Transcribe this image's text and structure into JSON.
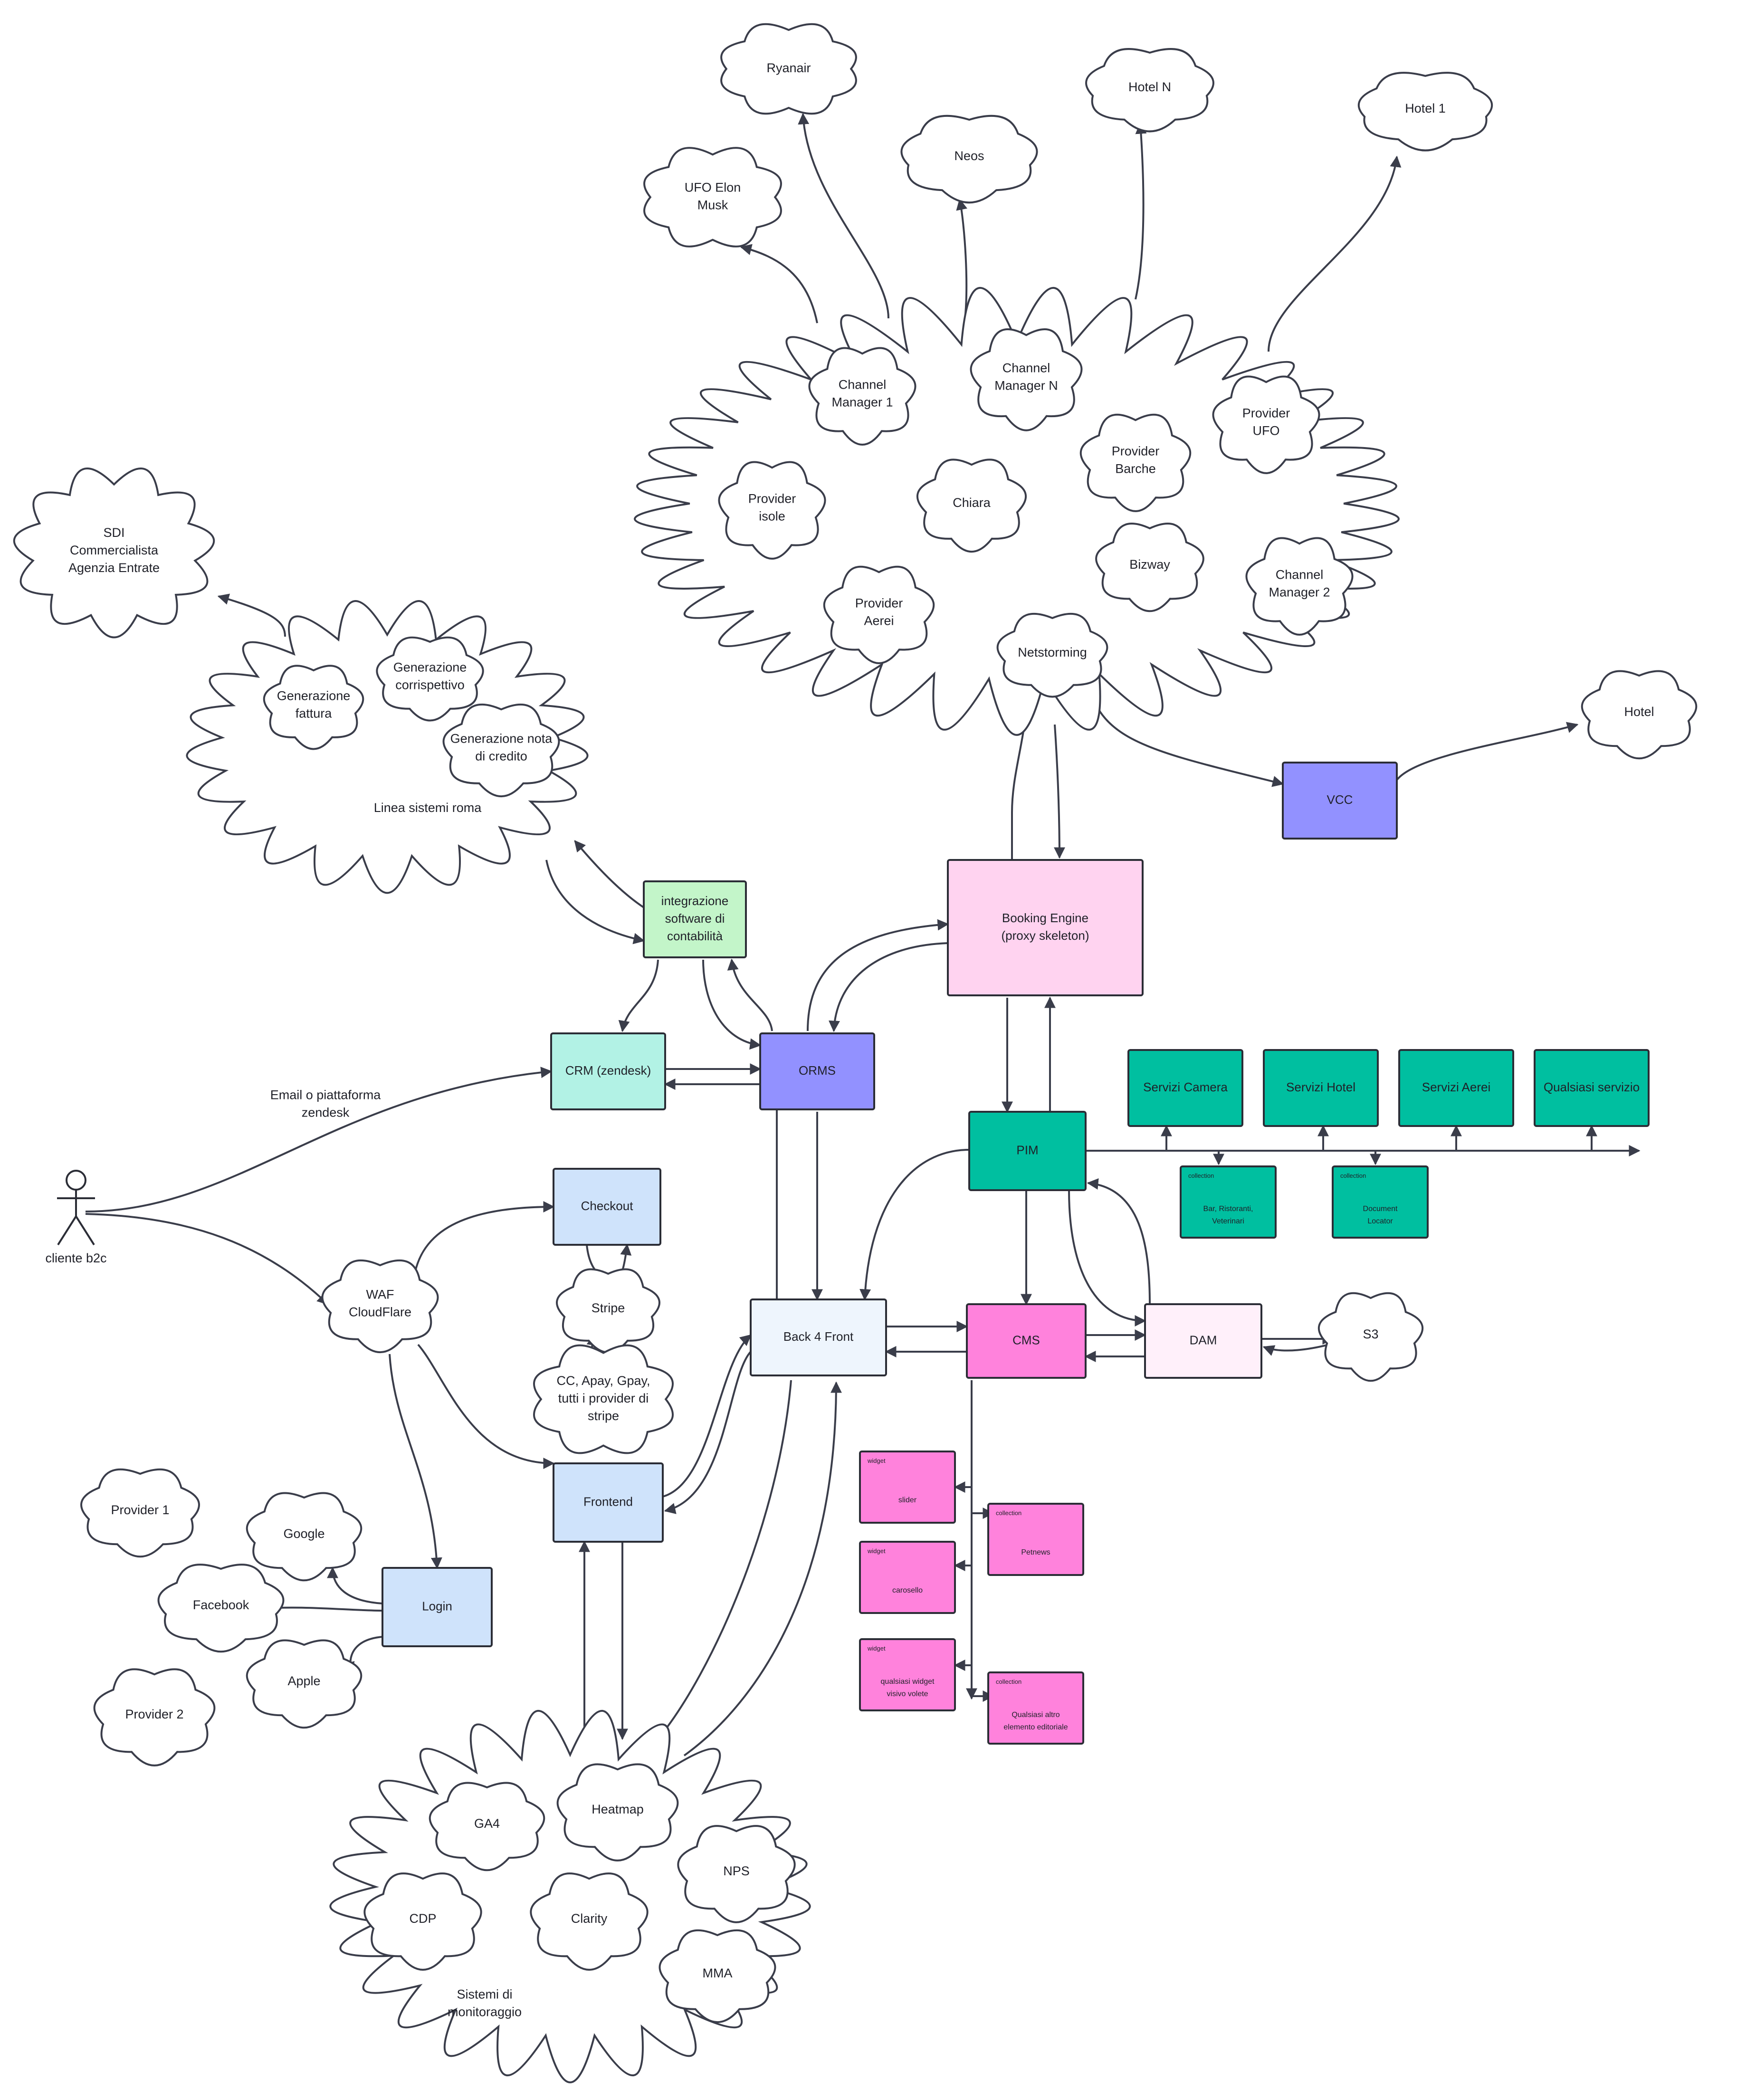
{
  "colors": {
    "crm": "#b2f2e5",
    "orms": "#9291ff",
    "accounting": "#c3f5c9",
    "booking": "#ffd3f0",
    "pim": "#00bfa0",
    "cms": "#ff82dc",
    "dam": "#fff0fa",
    "web": "#cfe3fb",
    "back4front": "#eef5fd",
    "vcc": "#9291ff",
    "teal": "#00bfa0",
    "pink": "#ff82dc",
    "edge": "#3a3d4a"
  },
  "actor": {
    "label": "cliente b2c"
  },
  "edge_labels": {
    "email": [
      "Email o piattaforma",
      "zendesk"
    ]
  },
  "clouds": {
    "ryanair": [
      "Ryanair"
    ],
    "hotel_n": [
      "Hotel N"
    ],
    "hotel_1": [
      "Hotel 1"
    ],
    "neos": [
      "Neos"
    ],
    "ufo_elon": [
      "UFO Elon",
      "Musk"
    ],
    "channel_manager_1": [
      "Channel",
      "Manager 1"
    ],
    "channel_manager_n": [
      "Channel",
      "Manager N"
    ],
    "provider_ufo": [
      "Provider",
      "UFO"
    ],
    "provider_barche": [
      "Provider",
      "Barche"
    ],
    "provider_isole": [
      "Provider",
      "isole"
    ],
    "chiara": [
      "Chiara"
    ],
    "bizway": [
      "Bizway"
    ],
    "channel_manager_2": [
      "Channel",
      "Manager 2"
    ],
    "provider_aerei": [
      "Provider",
      "Aerei"
    ],
    "netstorming": [
      "Netstorming"
    ],
    "hotel": [
      "Hotel"
    ],
    "sdi": [
      "SDI",
      "Commercialista",
      "Agenzia Entrate"
    ],
    "generazione_fattura": [
      "Generazione",
      "fattura"
    ],
    "generazione_corrispettivo": [
      "Generazione",
      "corrispettivo"
    ],
    "generazione_nota": [
      "Generazione nota",
      "di credito"
    ],
    "linea_sistemi_roma": [
      "Linea sistemi roma"
    ],
    "waf": [
      "WAF",
      "CloudFlare"
    ],
    "stripe": [
      "Stripe"
    ],
    "cc_apay": [
      "CC, Apay, Gpay,",
      "tutti i provider di",
      "stripe"
    ],
    "s3": [
      "S3"
    ],
    "provider_1": [
      "Provider 1"
    ],
    "google": [
      "Google"
    ],
    "facebook": [
      "Facebook"
    ],
    "apple": [
      "Apple"
    ],
    "provider_2": [
      "Provider 2"
    ],
    "ga4": [
      "GA4"
    ],
    "heatmap": [
      "Heatmap"
    ],
    "nps": [
      "NPS"
    ],
    "cdp": [
      "CDP"
    ],
    "clarity": [
      "Clarity"
    ],
    "mma": [
      "MMA"
    ],
    "sistemi_monitoraggio": [
      "Sistemi di",
      "monitoraggio"
    ]
  },
  "boxes": {
    "integrazione": [
      "integrazione",
      "software di",
      "contabilità"
    ],
    "crm": [
      "CRM (zendesk)"
    ],
    "orms": [
      "ORMS"
    ],
    "booking_engine": [
      "Booking Engine",
      "(proxy skeleton)"
    ],
    "vcc": [
      "VCC"
    ],
    "pim": [
      "PIM"
    ],
    "servizi_camera": [
      "Servizi Camera"
    ],
    "servizi_hotel": [
      "Servizi Hotel"
    ],
    "servizi_aerei": [
      "Servizi Aerei"
    ],
    "qualsiasi_servizio": [
      "Qualsiasi servizio"
    ],
    "checkout": [
      "Checkout"
    ],
    "back4front": [
      "Back 4 Front"
    ],
    "cms": [
      "CMS"
    ],
    "dam": [
      "DAM"
    ],
    "frontend": [
      "Frontend"
    ],
    "login": [
      "Login"
    ]
  },
  "small_boxes": {
    "bar_ristoranti": {
      "tag": "collection",
      "lines": [
        "Bar, Ristoranti,",
        "Veterinari"
      ]
    },
    "document_locator": {
      "tag": "collection",
      "lines": [
        "Document",
        "Locator"
      ]
    },
    "slider": {
      "tag": "widget",
      "lines": [
        "slider"
      ]
    },
    "petnews": {
      "tag": "collection",
      "lines": [
        "Petnews"
      ]
    },
    "carosello": {
      "tag": "widget",
      "lines": [
        "carosello"
      ]
    },
    "qualsiasi_widget": {
      "tag": "widget",
      "lines": [
        "qualsiasi widget",
        "visivo volete"
      ]
    },
    "qualsiasi_altro": {
      "tag": "collection",
      "lines": [
        "Qualsiasi altro",
        "elemento editoriale"
      ]
    }
  }
}
